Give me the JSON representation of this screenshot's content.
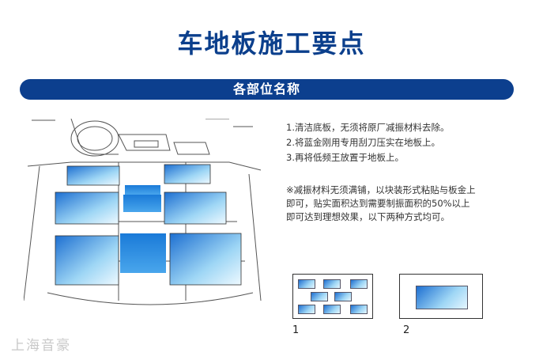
{
  "header": {
    "title": "车地板施工要点",
    "section_banner": "各部位名称"
  },
  "instructions": {
    "steps": [
      "1.清洁底板，无须将原厂减振材料去除。",
      "2.将蓝金刚用专用刮刀压实在地板上。",
      "3.再将低频王放置于地板上。"
    ],
    "note_lines": [
      "※减振材料无须满铺，以块装形式粘贴与板金上",
      "即可，贴实面积达到需要制振面积的50%以上",
      "即可达到理想效果，以下两种方式均可。"
    ]
  },
  "methods": {
    "label_1": "1",
    "label_2": "2"
  },
  "watermark": "上海音豪",
  "colors": {
    "banner": "#0c3f8e",
    "title": "#0b3f8c",
    "pad_dark": "#1d6fd1",
    "pad_light": "#e6f6ff"
  }
}
